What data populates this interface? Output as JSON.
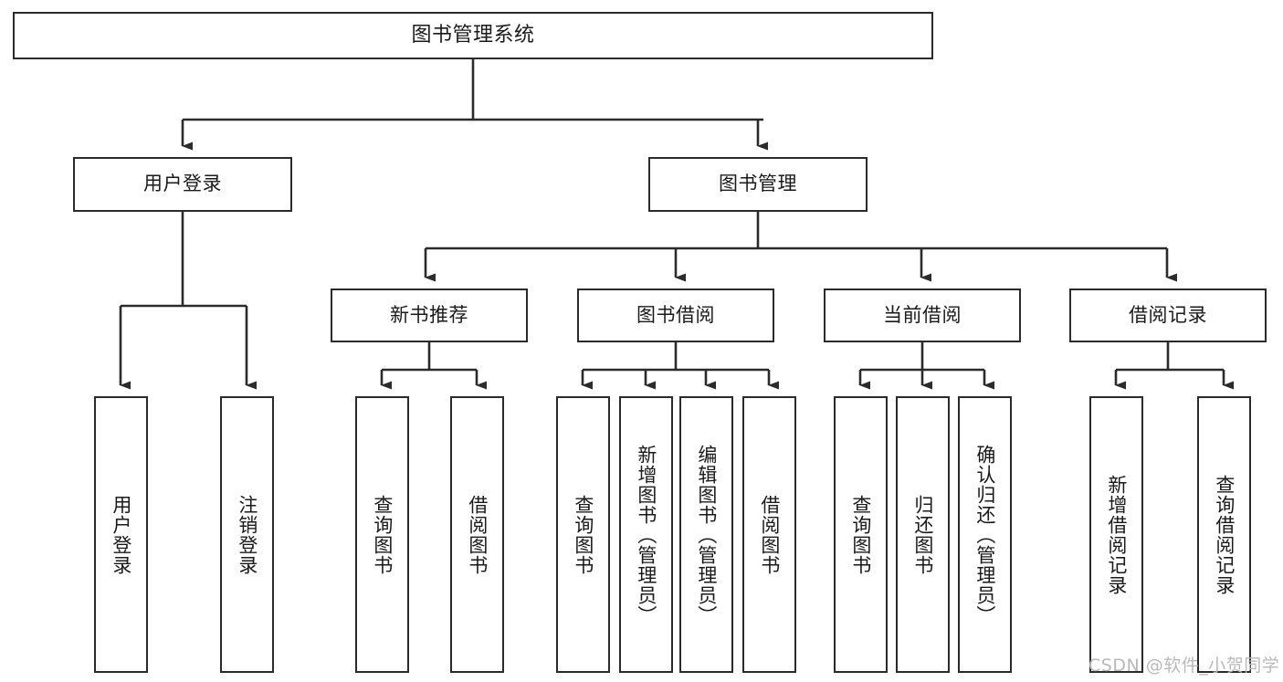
{
  "diagram": {
    "type": "tree",
    "title": "图书管理系统",
    "watermark": "CSDN @软件_小贺同学",
    "colors": {
      "stroke": "#2b2b2b",
      "fill": "#ffffff",
      "text": "#1a1a1a",
      "watermark": "#b9b9b9"
    },
    "nodes": {
      "root": {
        "label": "图书管理系统"
      },
      "level2": [
        {
          "id": "user-login",
          "label": "用户登录"
        },
        {
          "id": "book-manage",
          "label": "图书管理"
        }
      ],
      "level3": [
        {
          "id": "new-book-rec",
          "label": "新书推荐"
        },
        {
          "id": "book-borrow",
          "label": "图书借阅"
        },
        {
          "id": "current-borrow",
          "label": "当前借阅"
        },
        {
          "id": "borrow-record",
          "label": "借阅记录"
        }
      ],
      "leaves": {
        "user-login": [
          {
            "id": "leaf-user-login",
            "label": "用户登录"
          },
          {
            "id": "leaf-user-logout",
            "label": "注销登录"
          }
        ],
        "new-book-rec": [
          {
            "id": "leaf-query-book-1",
            "label": "查询图书"
          },
          {
            "id": "leaf-borrow-book-1",
            "label": "借阅图书"
          }
        ],
        "book-borrow": [
          {
            "id": "leaf-query-book-2",
            "label": "查询图书"
          },
          {
            "id": "leaf-add-book",
            "label": "新增图书（管理员）"
          },
          {
            "id": "leaf-edit-book",
            "label": "编辑图书（管理员）"
          },
          {
            "id": "leaf-borrow-book-2",
            "label": "借阅图书"
          }
        ],
        "current-borrow": [
          {
            "id": "leaf-query-book-3",
            "label": "查询图书"
          },
          {
            "id": "leaf-return-book",
            "label": "归还图书"
          },
          {
            "id": "leaf-confirm-return",
            "label": "确认归还（管理员）"
          }
        ],
        "borrow-record": [
          {
            "id": "leaf-add-record",
            "label": "新增借阅记录"
          },
          {
            "id": "leaf-query-record",
            "label": "查询借阅记录"
          }
        ]
      }
    }
  }
}
